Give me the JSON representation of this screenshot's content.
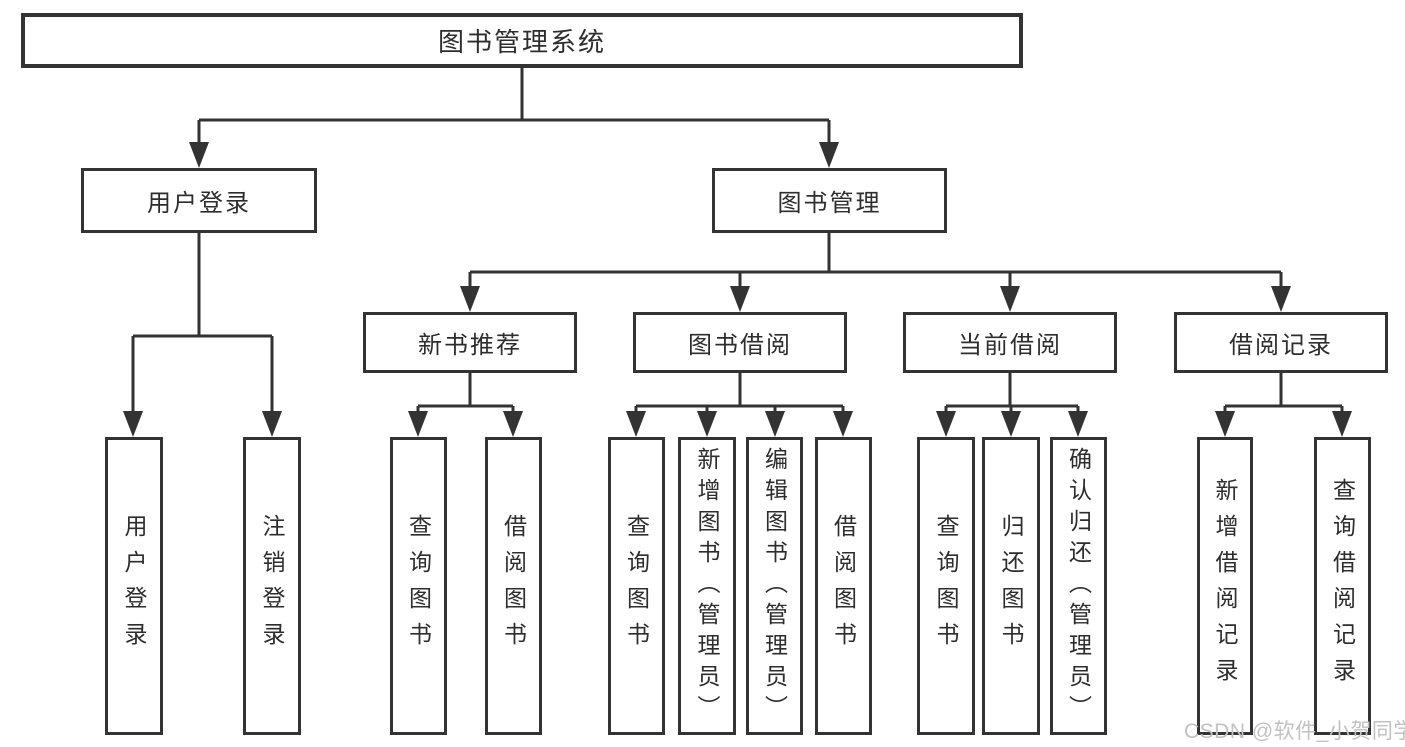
{
  "diagram": {
    "title": "图书管理系统",
    "root": {
      "label": "图书管理系统"
    },
    "branches": [
      {
        "label": "用户登录",
        "children": [
          {
            "label": "用户登录"
          },
          {
            "label": "注销登录"
          }
        ]
      },
      {
        "label": "图书管理",
        "groups": [
          {
            "label": "新书推荐",
            "children": [
              {
                "label": "查询图书"
              },
              {
                "label": "借阅图书"
              }
            ]
          },
          {
            "label": "图书借阅",
            "children": [
              {
                "label": "查询图书"
              },
              {
                "label": "新增图书（管理员）"
              },
              {
                "label": "编辑图书（管理员）"
              },
              {
                "label": "借阅图书"
              }
            ]
          },
          {
            "label": "当前借阅",
            "children": [
              {
                "label": "查询图书"
              },
              {
                "label": "归还图书"
              },
              {
                "label": "确认归还（管理员）"
              }
            ]
          },
          {
            "label": "借阅记录",
            "children": [
              {
                "label": "新增借阅记录"
              },
              {
                "label": "查询借阅记录"
              }
            ]
          }
        ]
      }
    ]
  },
  "watermark": {
    "text": "CSDN @软件_小贺同学"
  },
  "colors": {
    "line": "#333333",
    "box_border": "#333333",
    "box_fill": "#ffffff",
    "text": "#2d2d2d",
    "watermark": "#c2c2c2",
    "background": "#ffffff"
  }
}
